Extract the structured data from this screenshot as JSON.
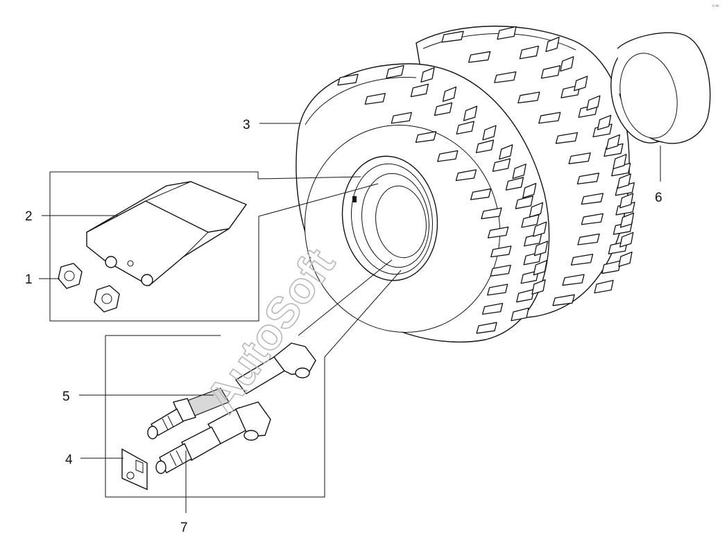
{
  "callouts": {
    "c1": "1",
    "c2": "2",
    "c3": "3",
    "c4": "4",
    "c5": "5",
    "c6": "6",
    "c7": "7"
  },
  "watermark": "AutoSoft",
  "corner_mark": "c-w"
}
